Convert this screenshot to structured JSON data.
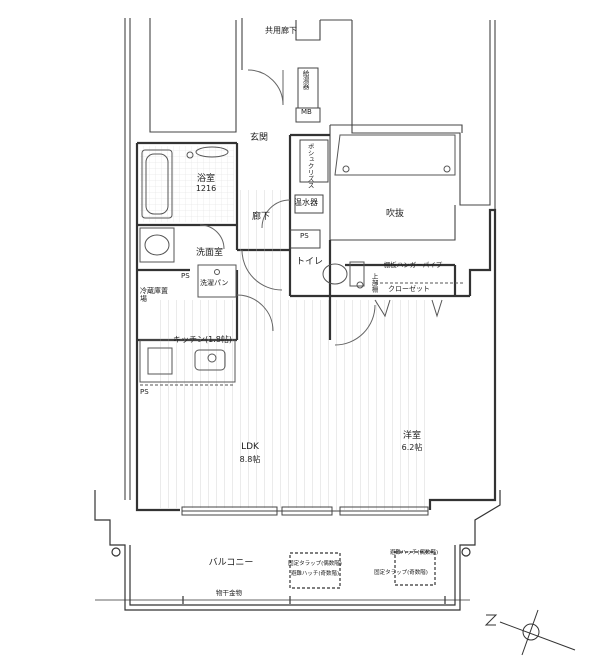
{
  "labels": {
    "common_corridor": "共用廊下",
    "meter_box": "給湯器",
    "mb": "MB",
    "entrance": "玄関",
    "shoe_closet": "ボシュクリズス",
    "bathroom": "浴室",
    "bathroom_size": "1216",
    "corridor": "廊下",
    "water_heater": "温水器",
    "ps_corridor": "PS",
    "void": "吹抜",
    "washroom": "洗面室",
    "ps_wash": "PS",
    "washing_pan": "洗濯パン",
    "fridge": "冷蔵庫置場",
    "toilet": "トイレ",
    "upper_shelf": "上部棚",
    "shelf_hanger": "棚板ハンガーパイプ",
    "closet": "クローゼット",
    "kitchen": "キッチン(1.8帖)",
    "ps_kitchen": "PS",
    "ldk": "LDK",
    "ldk_size": "8.8帖",
    "western_room": "洋室",
    "western_size": "6.2帖",
    "balcony": "バルコニー",
    "ladder_even": "固定タラップ(偶数階)",
    "hatch_odd": "避難ハッチ(奇数階)",
    "hatch_even": "避難ハッチ(偶数階)",
    "ladder_odd": "固定タラップ(奇数階)",
    "clothes_hardware": "物干金物"
  }
}
